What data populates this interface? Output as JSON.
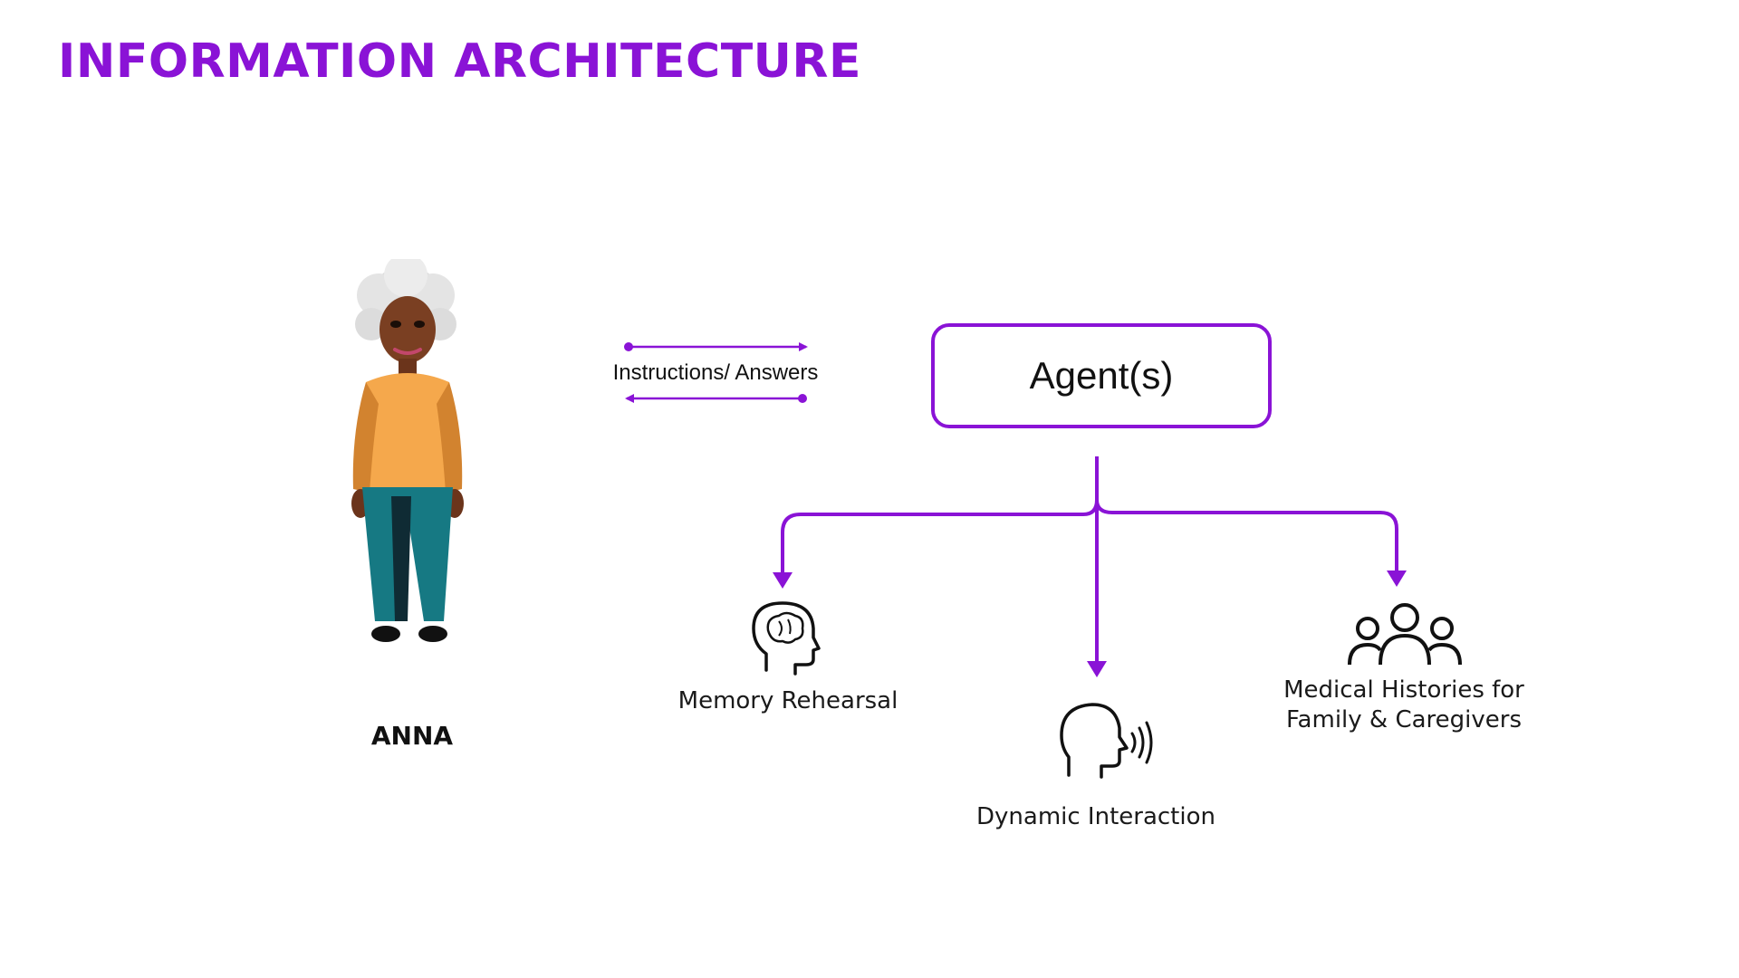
{
  "page": {
    "title": "INFORMATION ARCHITECTURE",
    "accent_color": "#8a13d6"
  },
  "persona": {
    "name": "ANNA",
    "illustration": "elderly-woman-illustration"
  },
  "exchange": {
    "label": "Instructions/ Answers"
  },
  "agent": {
    "label": "Agent(s)"
  },
  "outputs": [
    {
      "icon": "brain-head-icon",
      "label_lines": [
        "Memory Rehearsal"
      ]
    },
    {
      "icon": "speaking-head-icon",
      "label_lines": [
        "Dynamic Interaction"
      ]
    },
    {
      "icon": "group-people-icon",
      "label_lines": [
        "Medical Histories for",
        "Family & Caregivers"
      ]
    }
  ]
}
